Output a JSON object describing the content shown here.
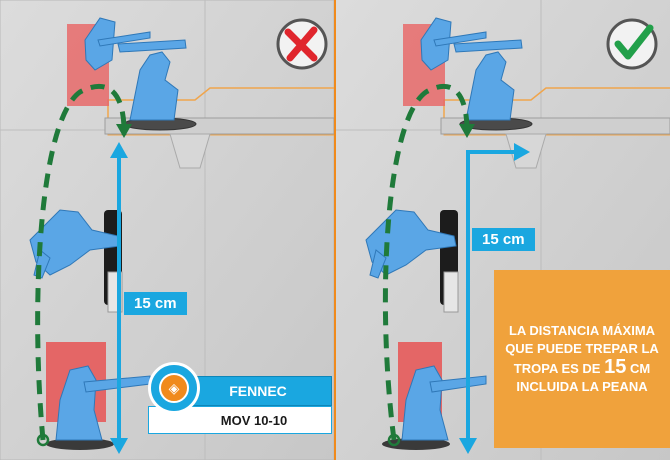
{
  "panels": [
    {
      "id": "left",
      "verdict_icon": "x-mark-icon",
      "verdict": "incorrect",
      "distance_label": "15 cm"
    },
    {
      "id": "right",
      "verdict_icon": "check-mark-icon",
      "verdict": "correct",
      "distance_label": "15 cm"
    }
  ],
  "unit_card": {
    "name": "FENNEC",
    "stat": "MOV 10-10",
    "logo_icon": "faction-logo-icon"
  },
  "info_box": {
    "text_before": "LA DISTANCIA MÁXIMA QUE PUEDE TREPAR LA TROPA ES DE",
    "highlight": "15",
    "text_after": "CM INCLUIDA LA PEANA"
  },
  "colors": {
    "border": "#f08a1c",
    "accent_blue": "#1aa7e0",
    "info_orange": "#f0a23c",
    "dashed_green": "#1f7a3a",
    "wrong_red": "#e0262d",
    "right_green": "#22a04a"
  }
}
